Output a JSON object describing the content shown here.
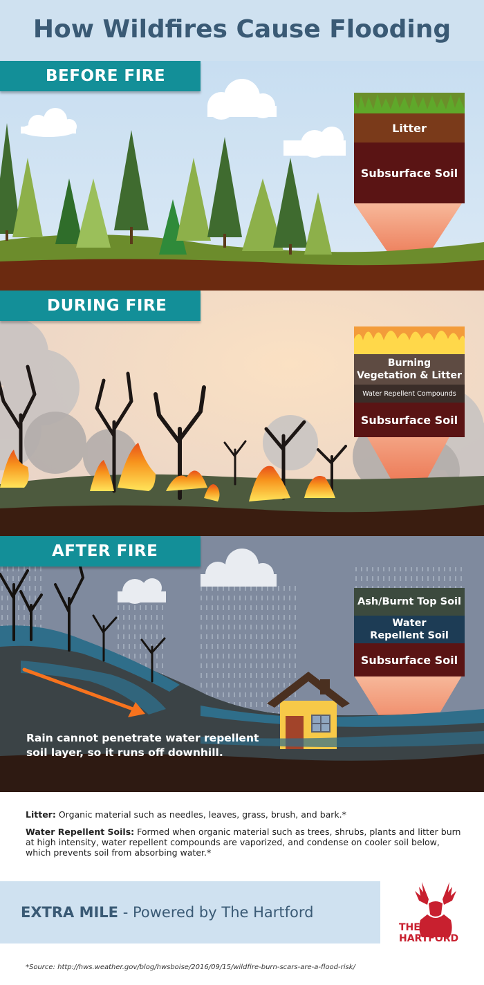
{
  "title": "How Wildfires Cause Flooding",
  "sections": {
    "before": {
      "tab": "BEFORE FIRE",
      "layers": [
        "Litter",
        "Subsurface Soil"
      ]
    },
    "during": {
      "tab": "DURING FIRE",
      "layers": [
        "Burning Vegetation & Litter",
        "Water Repellent Compounds",
        "Subsurface Soil"
      ]
    },
    "after": {
      "tab": "AFTER FIRE",
      "layers": [
        "Ash/Burnt Top Soil",
        "Water Repellent Soil",
        "Subsurface Soil"
      ],
      "caption": "Rain cannot penetrate water repellent soil layer, so it runs off downhill."
    }
  },
  "definitions": {
    "litter_term": "Litter:",
    "litter_text": " Organic material such as needles, leaves, grass, brush, and bark.*",
    "wrs_term": "Water Repellent Soils:",
    "wrs_text": " Formed when organic material such as trees, shrubs, plants and litter burn at high intensity, water repellent compounds are vaporized, and condense on cooler soil below, which prevents soil from absorbing water.*"
  },
  "footer": {
    "brand": "EXTRA MILE",
    "tagline": " - Powered by The Hartford"
  },
  "logo": {
    "line1": "THE",
    "line2": "HARTFORD"
  },
  "source": "*Source: http://hws.weather.gov/blog/hwsboise/2016/09/15/wildfire-burn-scars-are-a-flood-risk/",
  "colors": {
    "teal": "#138f98",
    "title_blue": "#3a5a75",
    "soil_dark": "#5a1414",
    "litter": "#7a3a1a",
    "hartford_red": "#c8202f"
  }
}
